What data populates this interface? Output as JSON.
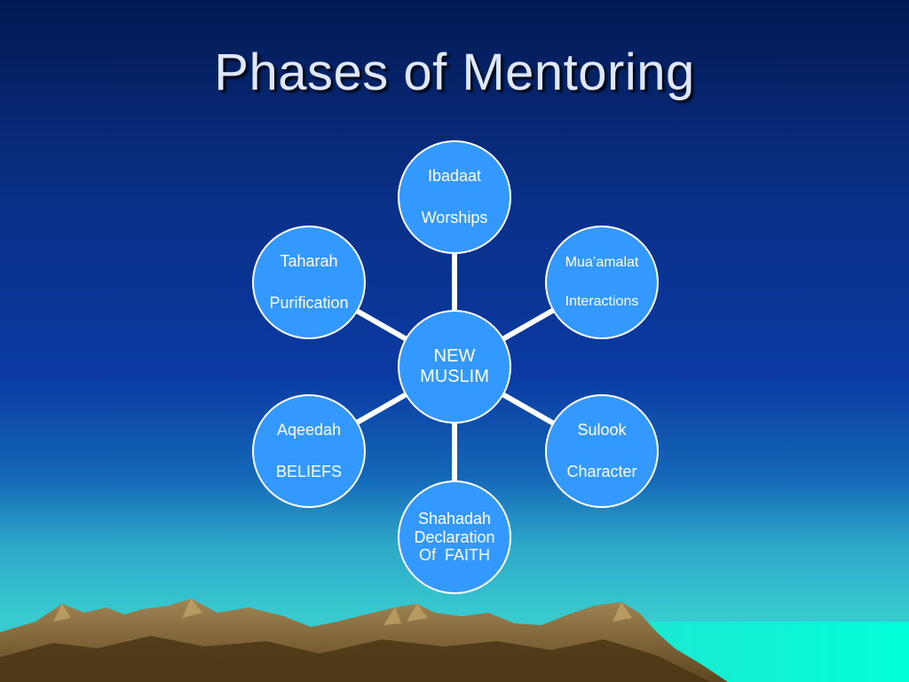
{
  "slide": {
    "title": "Phases of Mentoring"
  },
  "diagram": {
    "center": {
      "line1": "NEW",
      "line2": "MUSLIM"
    },
    "nodes": {
      "ibadaat": {
        "line1": "Ibadaat",
        "line2": "Worships"
      },
      "muamalat": {
        "line1": "Mua’amalat",
        "line2": "Interactions"
      },
      "sulook": {
        "line1": "Sulook",
        "line2": "Character"
      },
      "shahadah": {
        "line1": "Shahadah",
        "line2": "Declaration",
        "line3": "Of  FAITH"
      },
      "aqeedah": {
        "line1": "Aqeedah",
        "line2": "BELIEFS"
      },
      "taharah": {
        "line1": "Taharah",
        "line2": "Purification"
      }
    }
  },
  "colors": {
    "node_fill": "#3399ff",
    "node_border": "#ffffff",
    "title_text": "#dfe7ff"
  }
}
